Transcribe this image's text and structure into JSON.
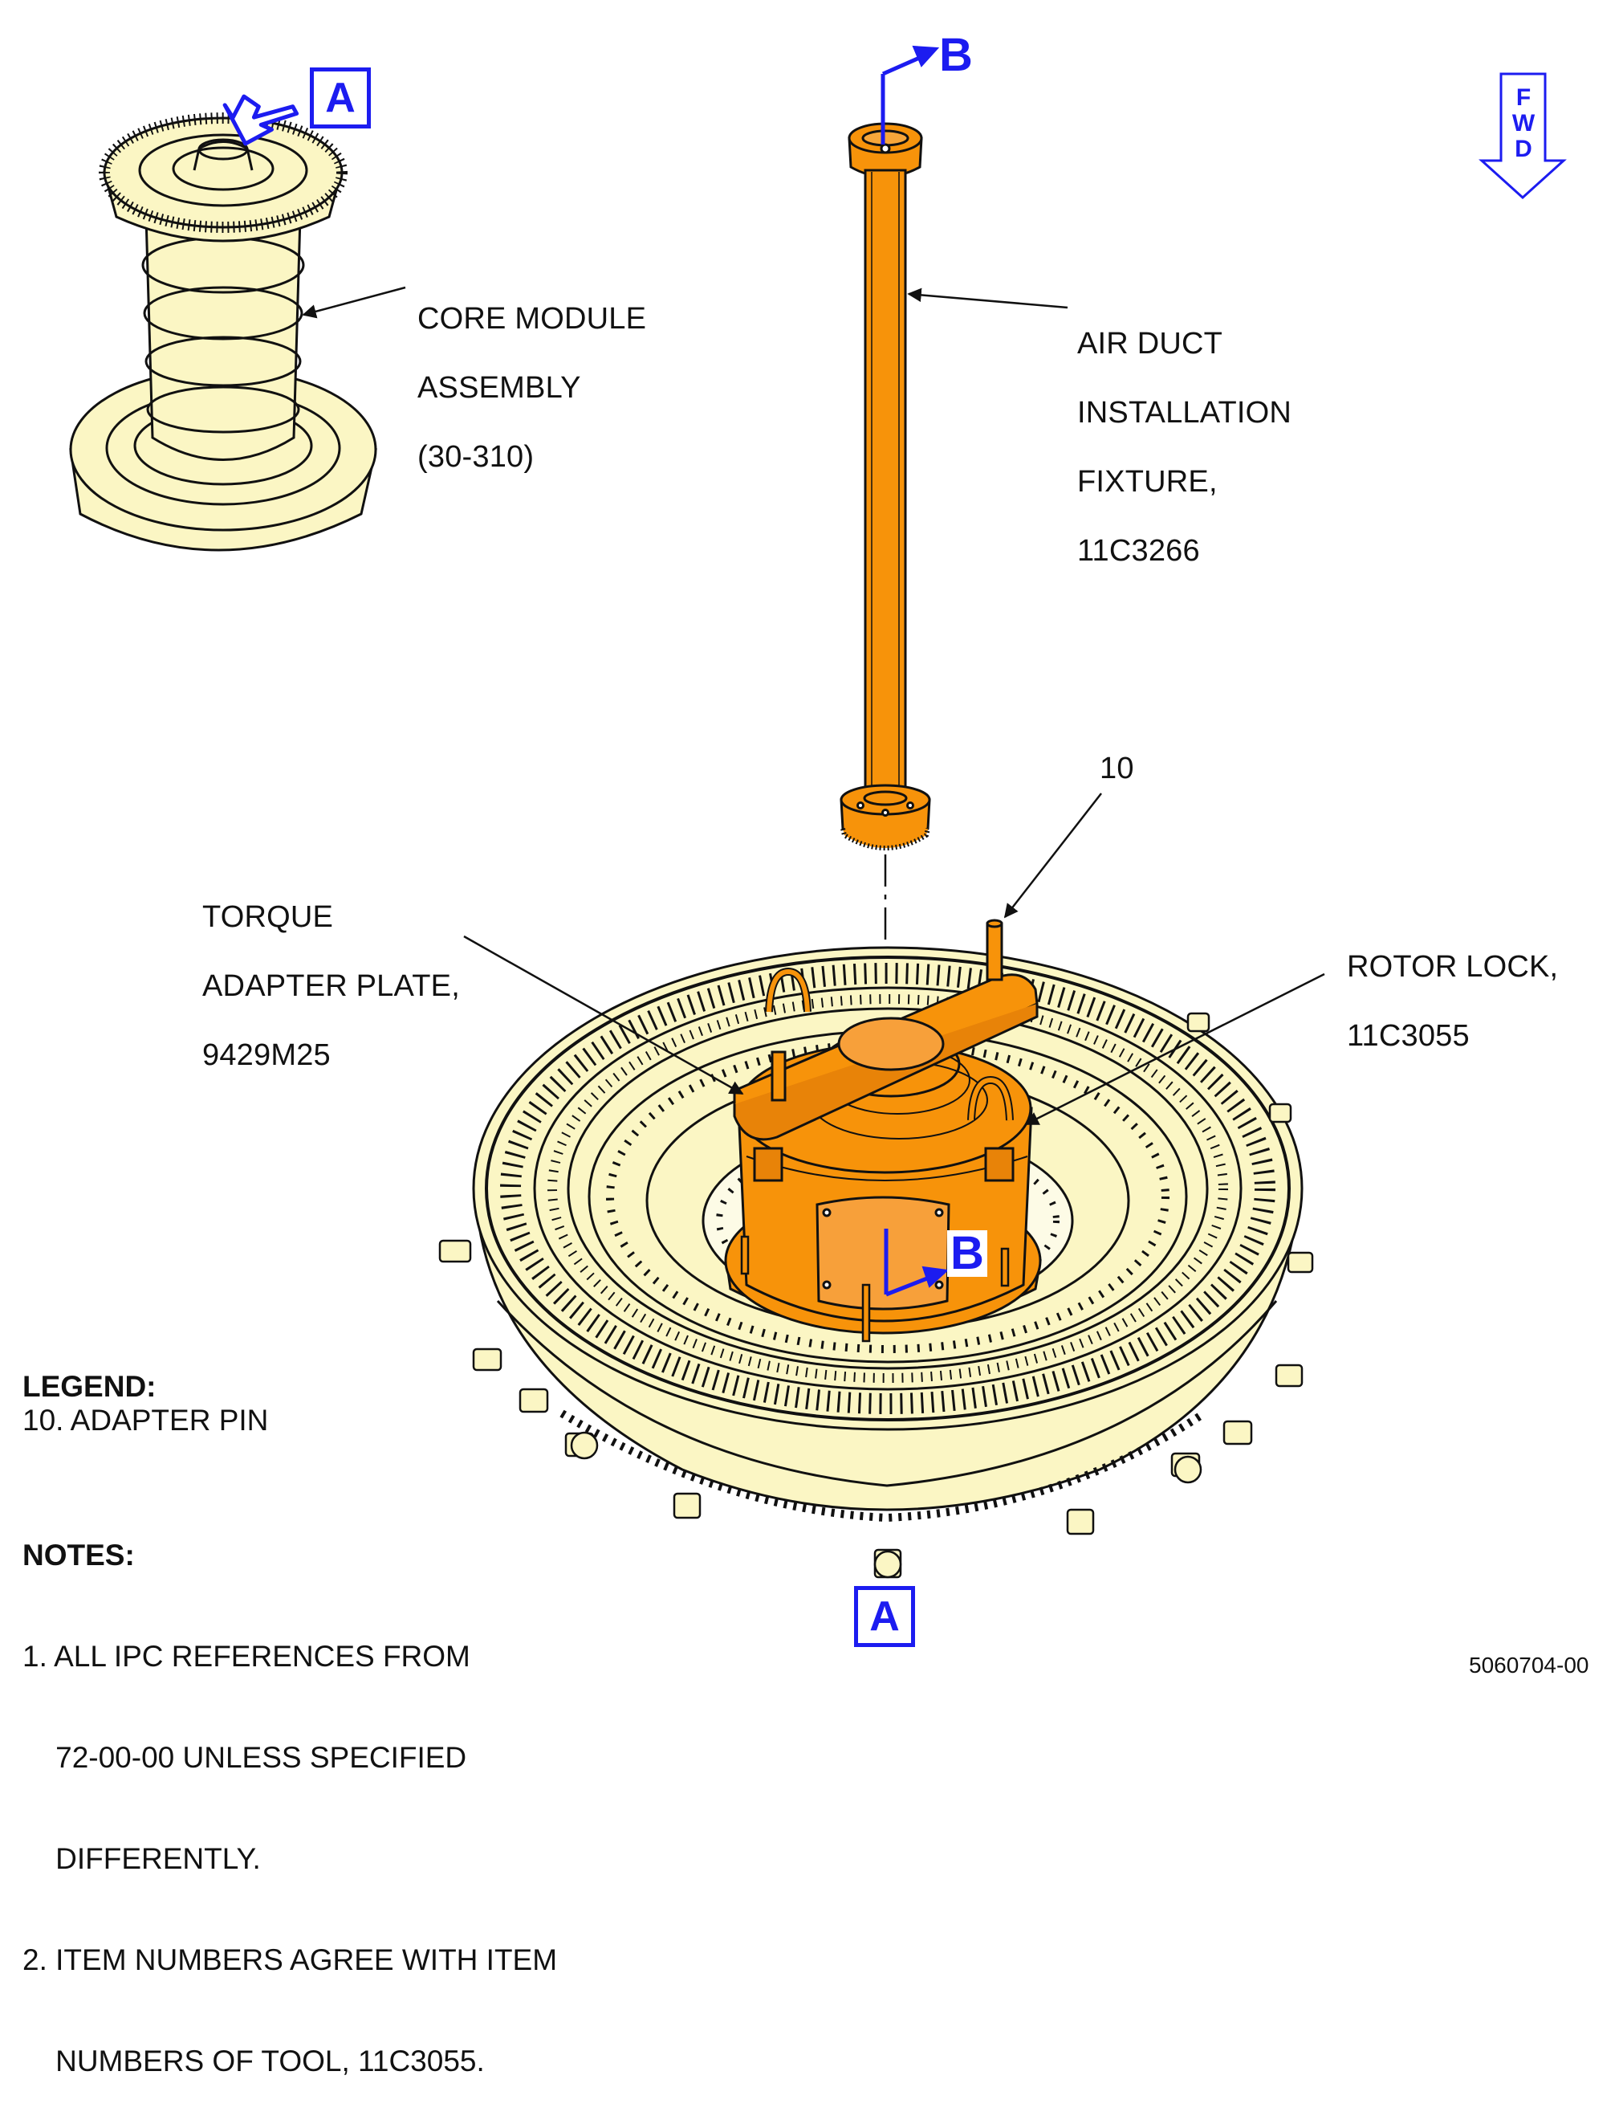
{
  "labels": {
    "core_module": [
      "CORE MODULE",
      "ASSEMBLY",
      "(30-310)"
    ],
    "air_duct": [
      "AIR DUCT",
      "INSTALLATION",
      "FIXTURE,",
      "11C3266"
    ],
    "torque_plate": [
      "TORQUE",
      "ADAPTER PLATE,",
      "9429M25"
    ],
    "rotor_lock": [
      "ROTOR LOCK,",
      "11C3055"
    ],
    "item_10": "10"
  },
  "view_tags": {
    "a_top": "A",
    "a_bottom": "A",
    "b_top": "B",
    "b_bottom": "B"
  },
  "fwd": [
    "F",
    "W",
    "D"
  ],
  "legend": {
    "title": "LEGEND:",
    "items": [
      "10. ADAPTER PIN"
    ]
  },
  "notes": {
    "title": "NOTES:",
    "items": [
      "1. ALL IPC REFERENCES FROM",
      "    72-00-00 UNLESS SPECIFIED",
      "    DIFFERENTLY.",
      "2. ITEM NUMBERS AGREE WITH ITEM",
      "    NUMBERS OF TOOL, 11C3055."
    ]
  },
  "drawing_number": "5060704-00",
  "colors": {
    "part_cream": "#fbf6c4",
    "tool_orange": "#f7930a",
    "callout_blue": "#1c1cf0",
    "line": "#111111"
  }
}
